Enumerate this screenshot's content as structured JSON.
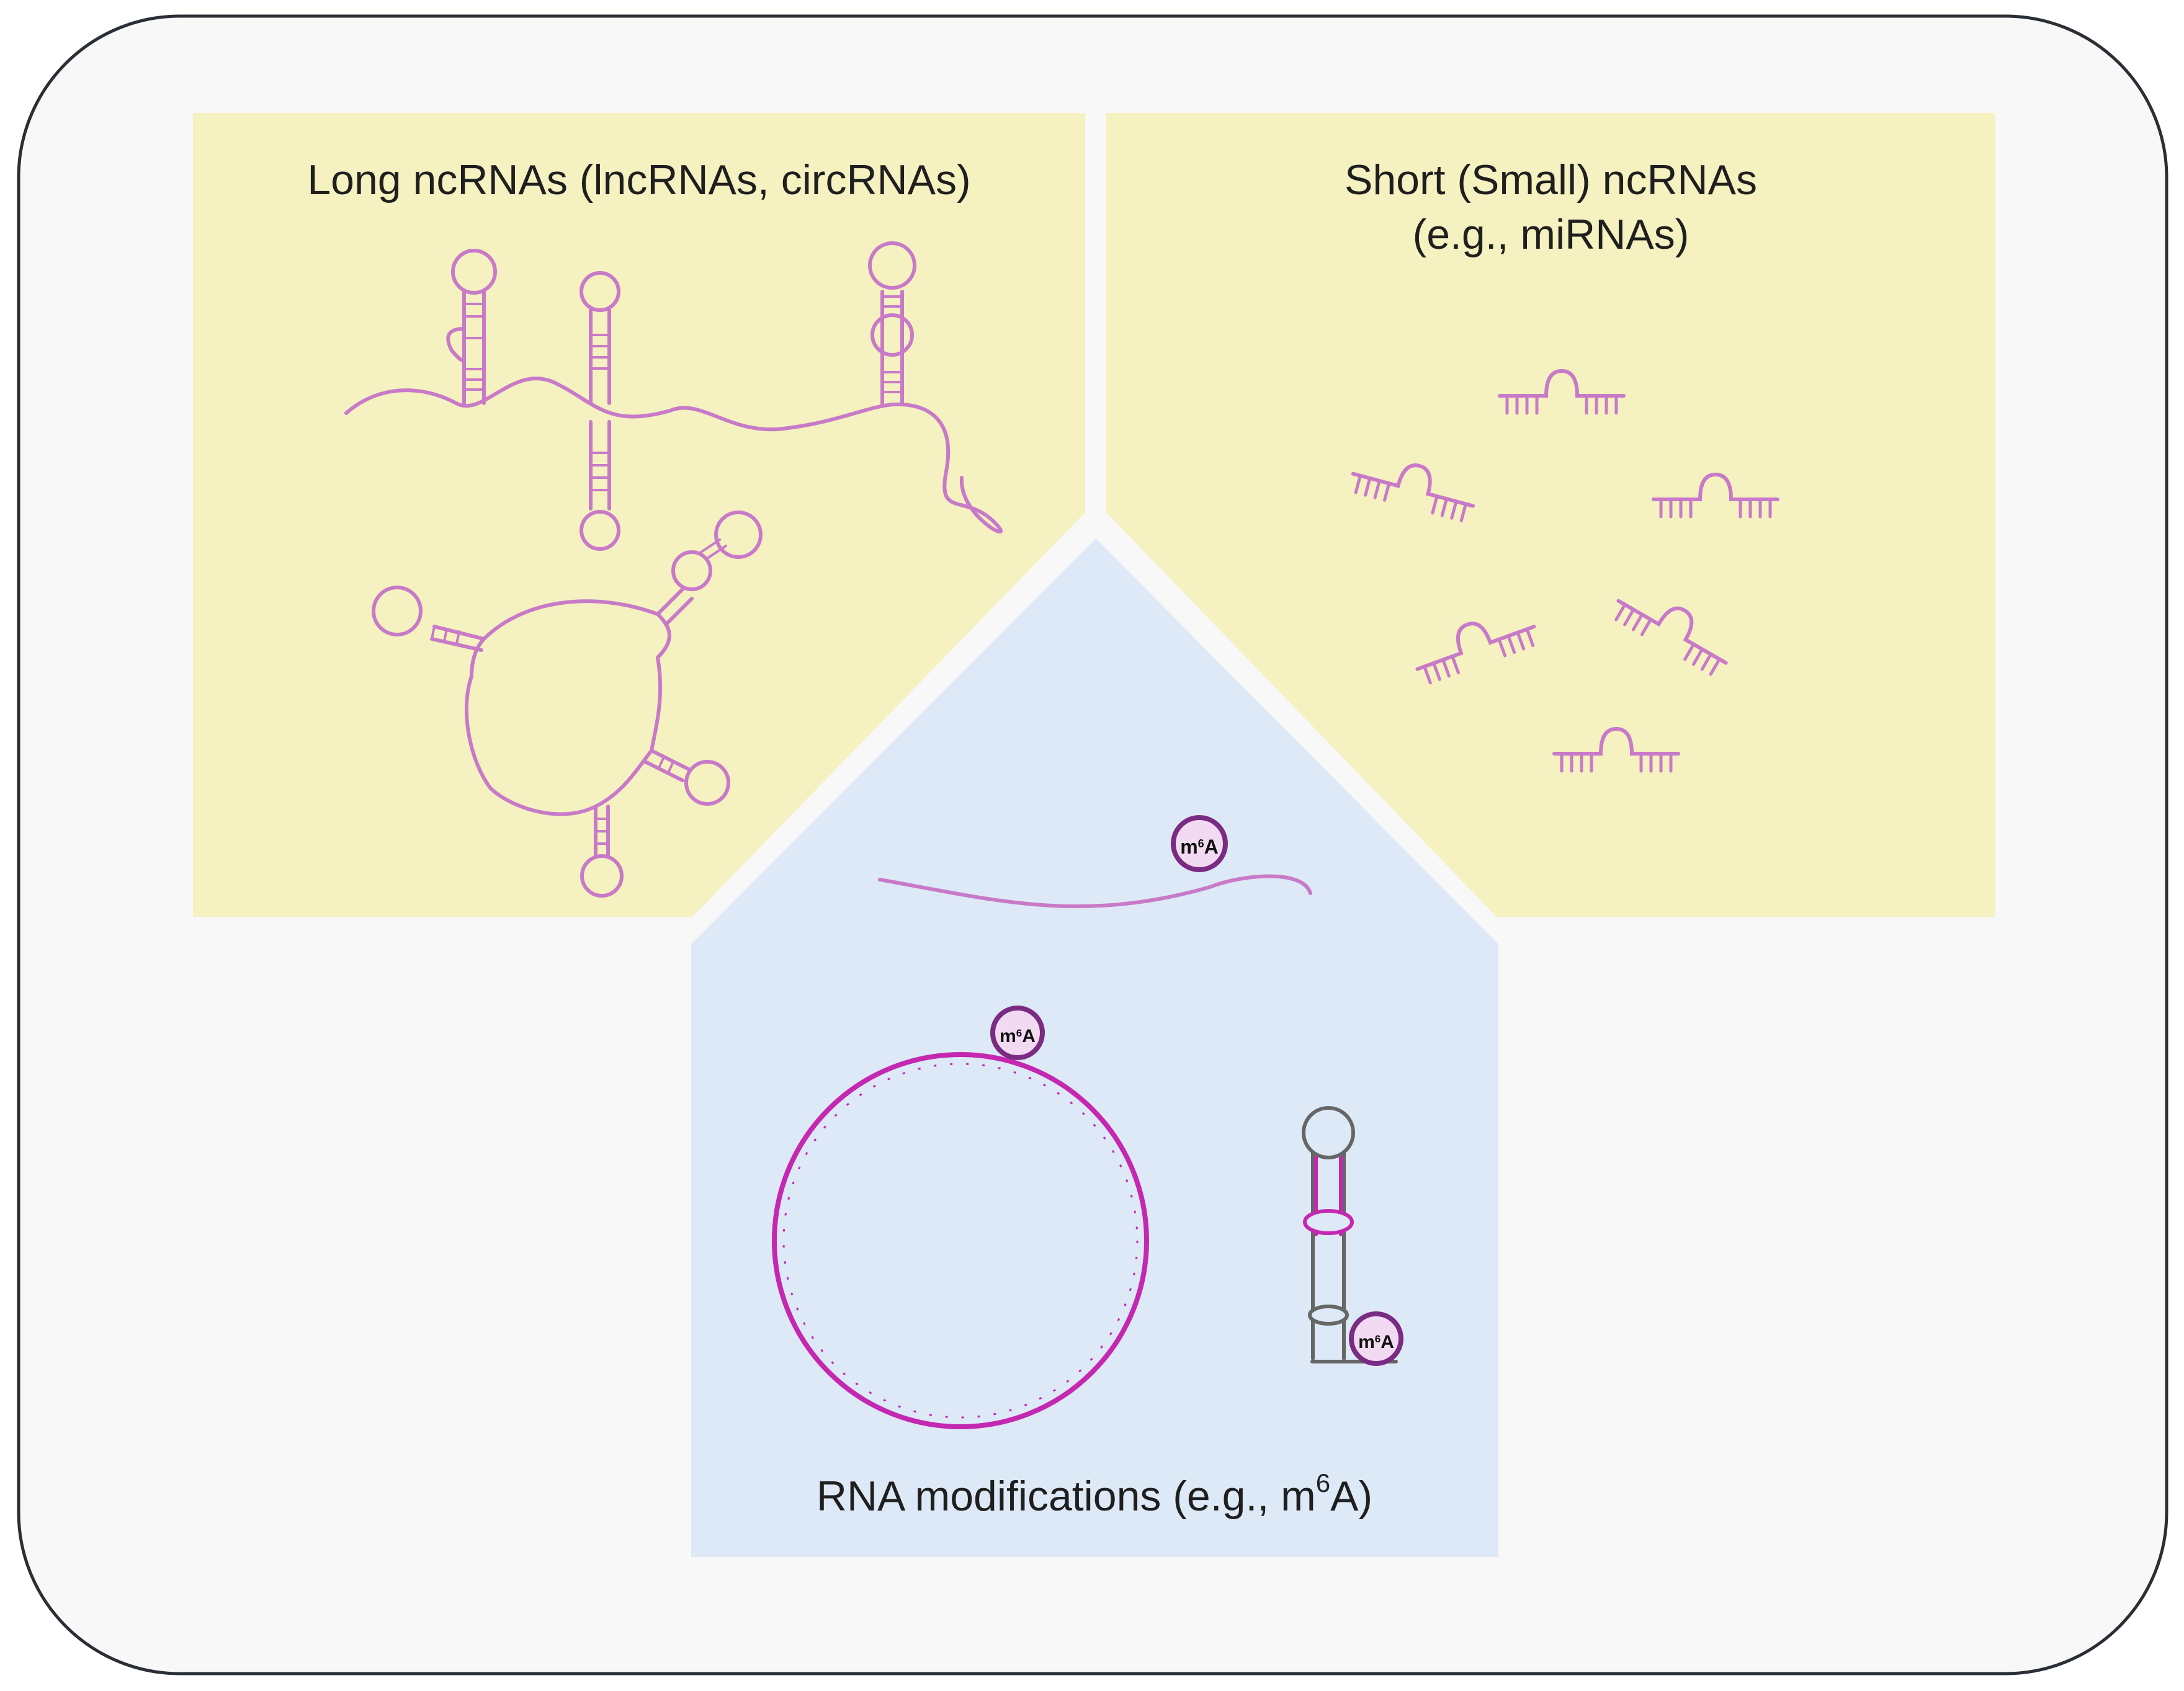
{
  "panels": {
    "long_ncrnas": {
      "title": "Long ncRNAs (lncRNAs, circRNAs)"
    },
    "short_ncrnas": {
      "title_line1": "Short (Small) ncRNAs",
      "title_line2": "(e.g., miRNAs)"
    },
    "rna_modifications": {
      "title_prefix": "RNA modifications (e.g., m",
      "title_superscript": "6",
      "title_suffix": "A)",
      "badge": {
        "main": "m",
        "superscript": "6",
        "base": "A"
      }
    }
  },
  "colors": {
    "outer_background": "#f8f8f8",
    "outer_border": "#2a2f36",
    "ncrna_panel": "#f5f1c0",
    "modification_panel": "#dde9f6",
    "rna_strand": "#c87ac8",
    "circrna_strand": "#c428b0",
    "badge_fill": "#f2dbf2",
    "badge_border": "#7a2b82",
    "hairpin_gray": "#666666"
  },
  "icons": [
    "lncrna-hairpin-icon",
    "circrna-icon",
    "mirna-icon",
    "m6a-badge-icon",
    "mrna-strand-icon"
  ]
}
